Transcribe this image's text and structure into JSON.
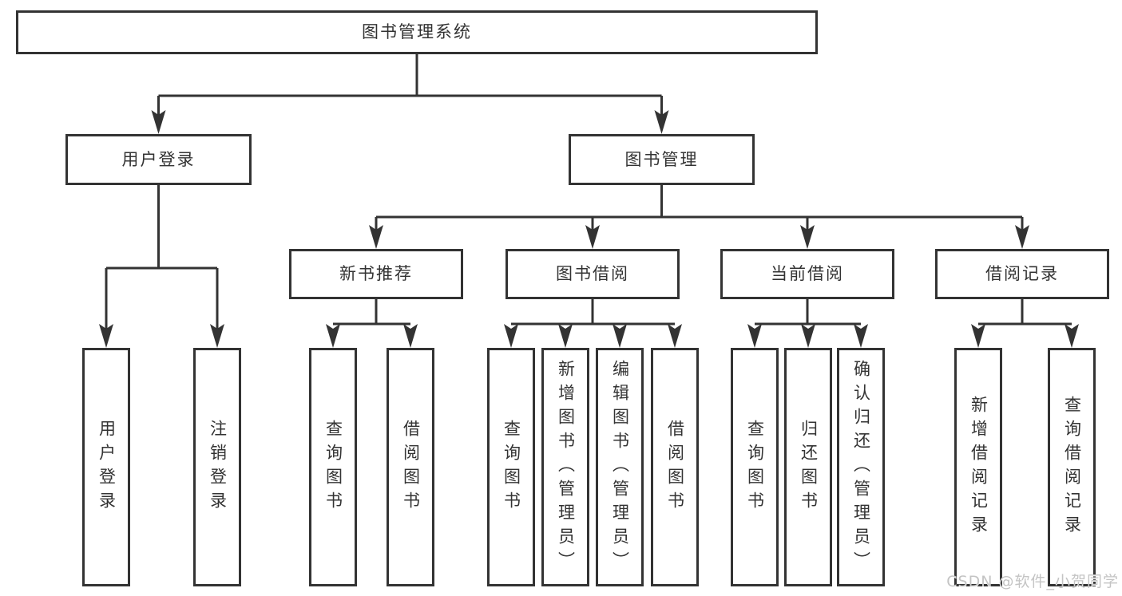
{
  "tree": {
    "root": {
      "label": "图书管理系统"
    },
    "branches": [
      {
        "label": "用户登录",
        "children": [
          {
            "label": "用户登录"
          },
          {
            "label": "注销登录"
          }
        ]
      },
      {
        "label": "图书管理",
        "children": [
          {
            "label": "新书推荐",
            "children": [
              {
                "label": "查询图书"
              },
              {
                "label": "借阅图书"
              }
            ]
          },
          {
            "label": "图书借阅",
            "children": [
              {
                "label": "查询图书"
              },
              {
                "label": "新增图书（管理员）"
              },
              {
                "label": "编辑图书（管理员）"
              },
              {
                "label": "借阅图书"
              }
            ]
          },
          {
            "label": "当前借阅",
            "children": [
              {
                "label": "查询图书"
              },
              {
                "label": "归还图书"
              },
              {
                "label": "确认归还（管理员）"
              }
            ]
          },
          {
            "label": "借阅记录",
            "children": [
              {
                "label": "新增借阅记录"
              },
              {
                "label": "查询借阅记录"
              }
            ]
          }
        ]
      }
    ]
  },
  "watermark": "CSDN @软件_小贺同学",
  "colors": {
    "line": "#333333",
    "node_border": "#333333",
    "text": "#333333",
    "background": "#ffffff",
    "watermark": "#c4c4c4"
  }
}
